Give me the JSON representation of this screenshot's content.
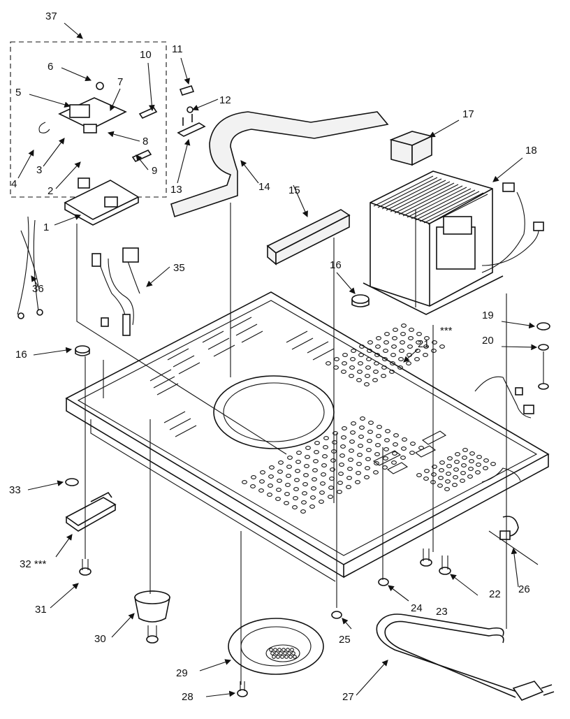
{
  "callouts": [
    {
      "id": "c37",
      "text": "37"
    },
    {
      "id": "c6",
      "text": "6"
    },
    {
      "id": "c7",
      "text": "7"
    },
    {
      "id": "c10",
      "text": "10"
    },
    {
      "id": "c5",
      "text": "5"
    },
    {
      "id": "c11",
      "text": "11"
    },
    {
      "id": "c12",
      "text": "12"
    },
    {
      "id": "c8",
      "text": "8"
    },
    {
      "id": "c3",
      "text": "3"
    },
    {
      "id": "c4",
      "text": "4"
    },
    {
      "id": "c9",
      "text": "9"
    },
    {
      "id": "c13",
      "text": "13"
    },
    {
      "id": "c2",
      "text": "2"
    },
    {
      "id": "c1",
      "text": "1"
    },
    {
      "id": "c14",
      "text": "14"
    },
    {
      "id": "c15",
      "text": "15"
    },
    {
      "id": "c16a",
      "text": "16"
    },
    {
      "id": "c17",
      "text": "17"
    },
    {
      "id": "c18",
      "text": "18"
    },
    {
      "id": "c35",
      "text": "35"
    },
    {
      "id": "c36",
      "text": "36"
    },
    {
      "id": "c16b",
      "text": "16"
    },
    {
      "id": "c19",
      "text": "19"
    },
    {
      "id": "c20",
      "text": "20"
    },
    {
      "id": "c21",
      "text": "21"
    },
    {
      "id": "c21s",
      "text": "***"
    },
    {
      "id": "c33",
      "text": "33"
    },
    {
      "id": "c32",
      "text": "32 ***"
    },
    {
      "id": "c31",
      "text": "31"
    },
    {
      "id": "c30",
      "text": "30"
    },
    {
      "id": "c29",
      "text": "29"
    },
    {
      "id": "c28",
      "text": "28"
    },
    {
      "id": "c25",
      "text": "25"
    },
    {
      "id": "c24",
      "text": "24"
    },
    {
      "id": "c23",
      "text": "23"
    },
    {
      "id": "c22",
      "text": "22"
    },
    {
      "id": "c26",
      "text": "26"
    },
    {
      "id": "c27",
      "text": "27"
    }
  ]
}
